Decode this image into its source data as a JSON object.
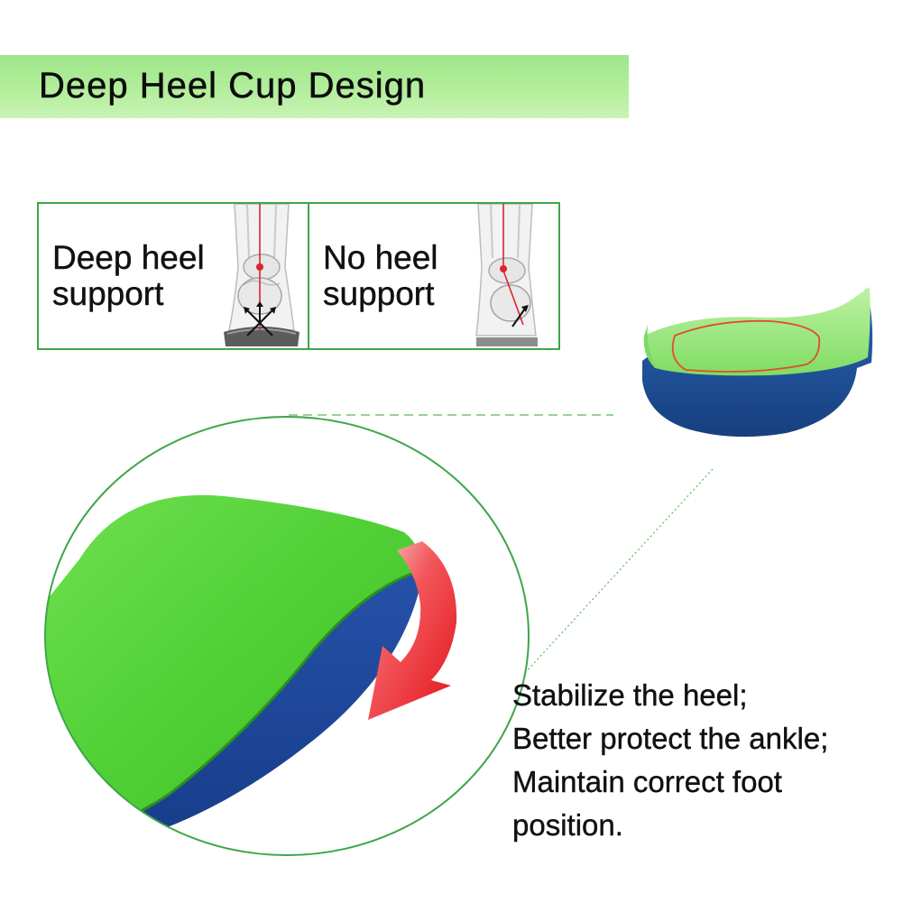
{
  "banner": {
    "title": "Deep Heel Cup Design"
  },
  "comparison": {
    "left": {
      "line1": "Deep heel",
      "line2": "support"
    },
    "right": {
      "line1": "No heel",
      "line2": "support"
    }
  },
  "benefits": [
    "Stabilize the heel;",
    "Better protect the ankle;",
    "Maintain correct foot",
    "position."
  ],
  "colors": {
    "banner_green": "#a6e890",
    "panel_border": "#3ea64a",
    "insole_green": "#5fd94c",
    "insole_blue": "#1e4f9c",
    "arrow_red": "#e8141c"
  },
  "icons": {
    "left_foot": "foot-skeleton-icon",
    "right_foot": "foot-skeleton-icon"
  }
}
